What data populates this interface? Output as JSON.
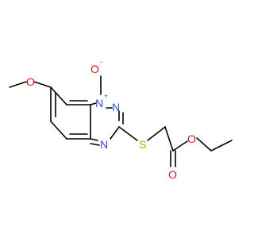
{
  "molecule": {
    "atoms": {
      "o_methoxy": {
        "label": "O",
        "color": "#ff0d0d"
      },
      "o_oxide": {
        "label": "O",
        "charge": "-",
        "color": "#ff0d0d"
      },
      "n_plus": {
        "label": "N",
        "charge": "+",
        "color": "#3050f8"
      },
      "n_2": {
        "label": "N",
        "color": "#3050f8"
      },
      "n_4": {
        "label": "N",
        "color": "#3050f8"
      },
      "s": {
        "label": "S",
        "color": "#c8a000"
      },
      "o_ester": {
        "label": "O",
        "color": "#ff0d0d"
      },
      "o_carbonyl": {
        "label": "O",
        "color": "#ff0d0d"
      }
    }
  }
}
